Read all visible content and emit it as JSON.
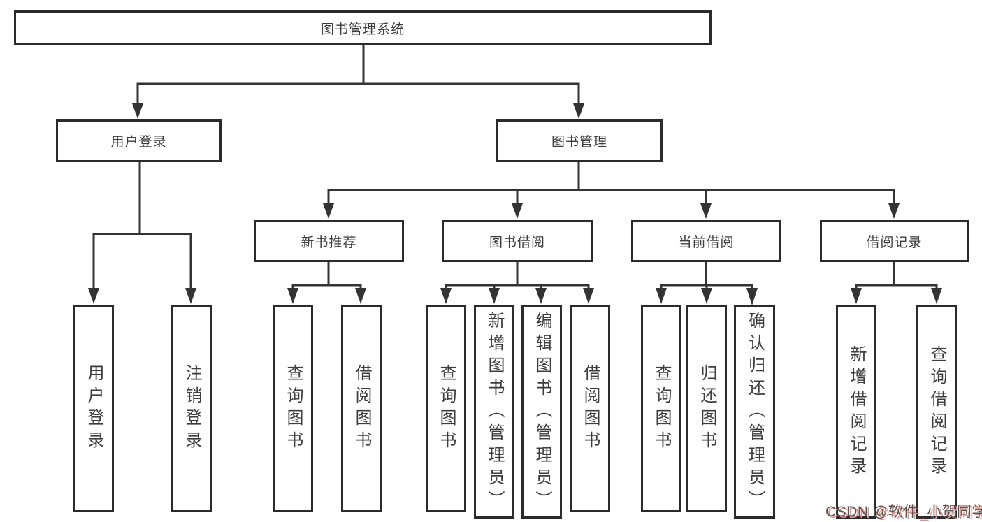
{
  "diagram_type": "hierarchy-tree",
  "nodes": {
    "root": "图书管理系统",
    "user_login": "用户登录",
    "book_mgmt": "图书管理",
    "new_book_rec": "新书推荐",
    "book_borrow": "图书借阅",
    "current_borrow": "当前借阅",
    "borrow_record": "借阅记录",
    "leaf_user_login": "用户登录",
    "leaf_logout": "注销登录",
    "leaf_nbr_query": "查询图书",
    "leaf_nbr_borrow": "借阅图书",
    "leaf_bb_query": "查询图书",
    "leaf_bb_add": "新增图书（管理员）",
    "leaf_bb_edit": "编辑图书（管理员）",
    "leaf_bb_borrow": "借阅图书",
    "leaf_cb_query": "查询图书",
    "leaf_cb_return": "归还图书",
    "leaf_cb_confirm": "确认归还（管理员）",
    "leaf_br_add": "新增借阅记录",
    "leaf_br_query": "查询借阅记录"
  },
  "watermark": {
    "text": "CSDN @软件_小贺同学"
  },
  "colors": {
    "line": "#333333",
    "box_border": "#2b2b2b",
    "text": "#3d3d3d",
    "background": "#ffffff",
    "watermark_gray": "#555555",
    "watermark_pink": "#e8928e"
  }
}
